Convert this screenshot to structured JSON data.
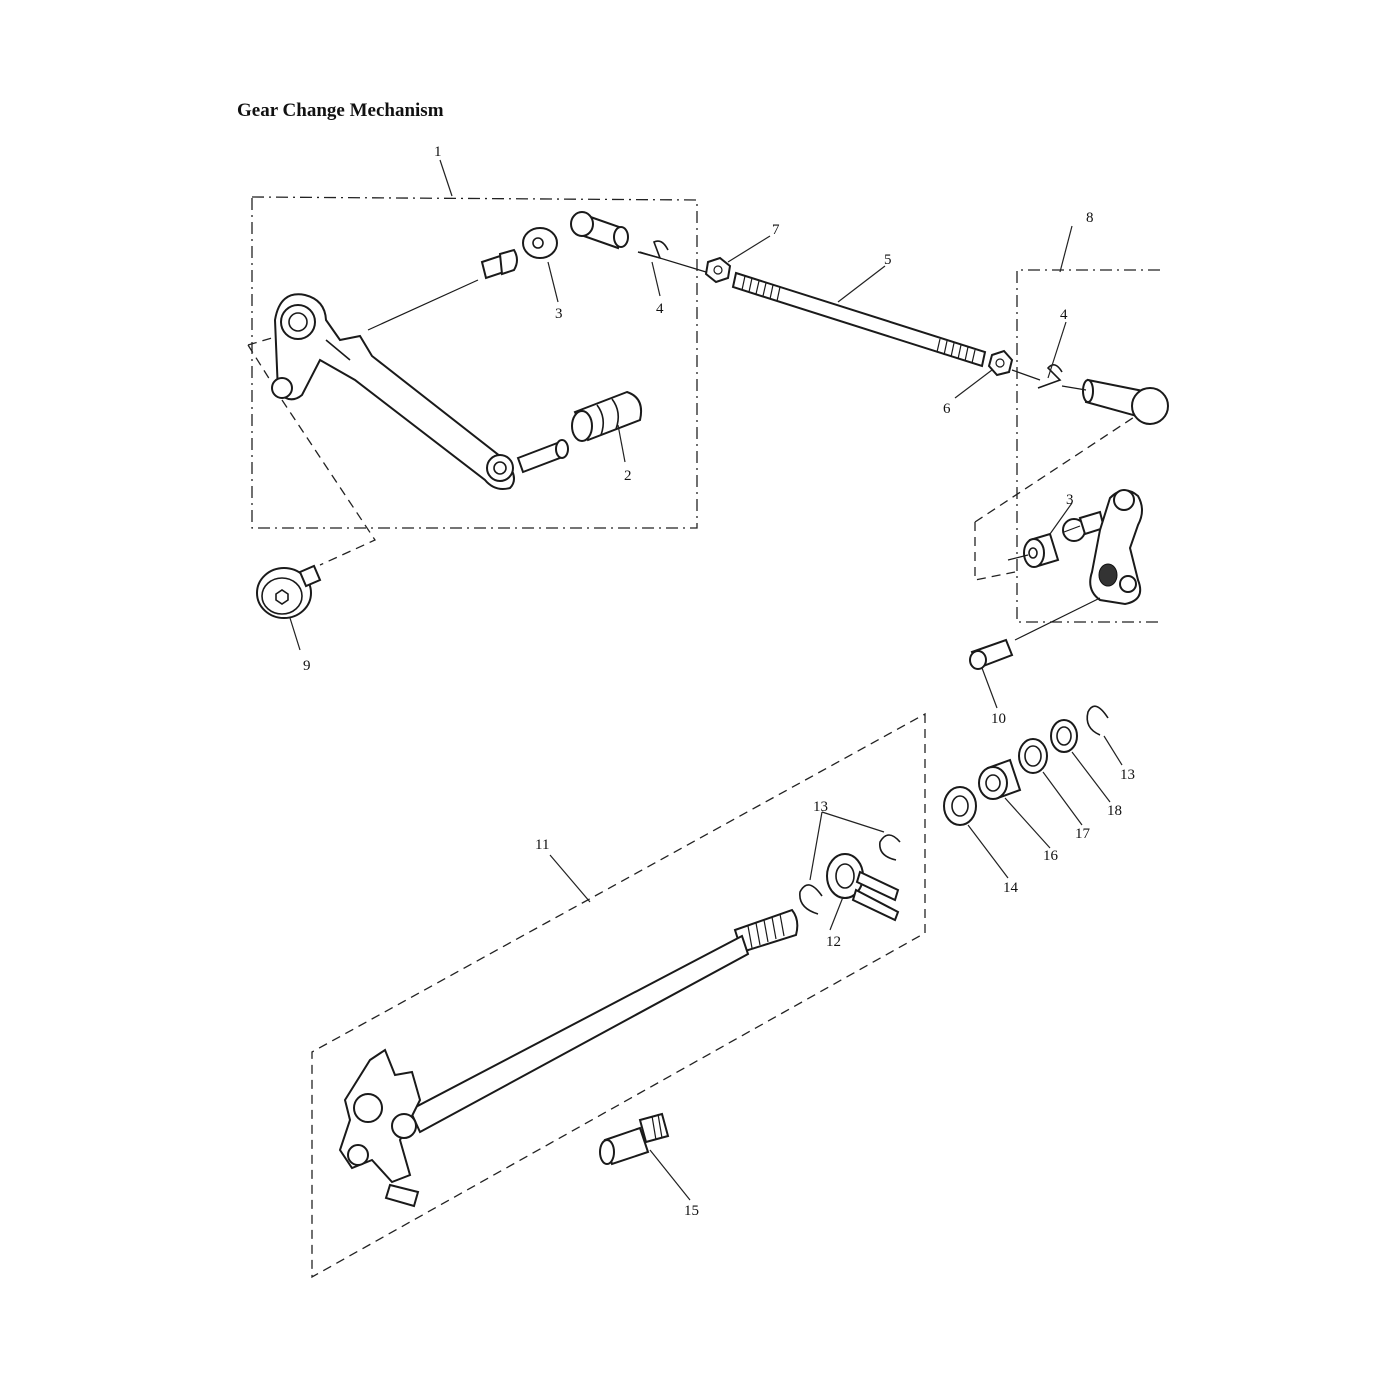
{
  "title": "Gear Change Mechanism",
  "labels": {
    "l1": "1",
    "l2": "2",
    "l3a": "3",
    "l3b": "3",
    "l4a": "4",
    "l4b": "4",
    "l5": "5",
    "l6": "6",
    "l7": "7",
    "l8": "8",
    "l9": "9",
    "l10": "10",
    "l11": "11",
    "l12": "12",
    "l13a": "13",
    "l13b": "13",
    "l14": "14",
    "l15": "15",
    "l16": "16",
    "l17": "17",
    "l18": "18"
  }
}
